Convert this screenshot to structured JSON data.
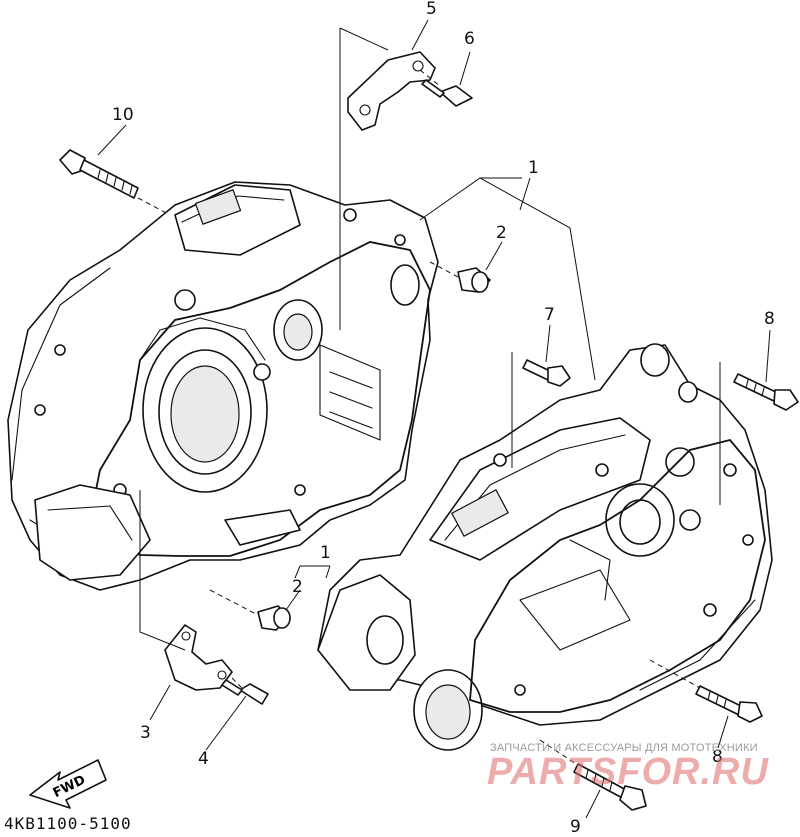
{
  "diagram": {
    "code": "4KB1100-5100",
    "fwd_label": "FWD",
    "watermark": {
      "top_line": "ЗАПЧАСТИ И АКСЕССУАРЫ ДЛЯ МОТОТЕХНИКИ",
      "logo": "PARTSFOR.RU"
    },
    "callouts": {
      "c1a": "1",
      "c1b": "1",
      "c2a": "2",
      "c2b": "2",
      "c3": "3",
      "c4": "4",
      "c5": "5",
      "c6": "6",
      "c7": "7",
      "c8a": "8",
      "c8b": "8",
      "c9": "9",
      "c10": "10"
    }
  }
}
